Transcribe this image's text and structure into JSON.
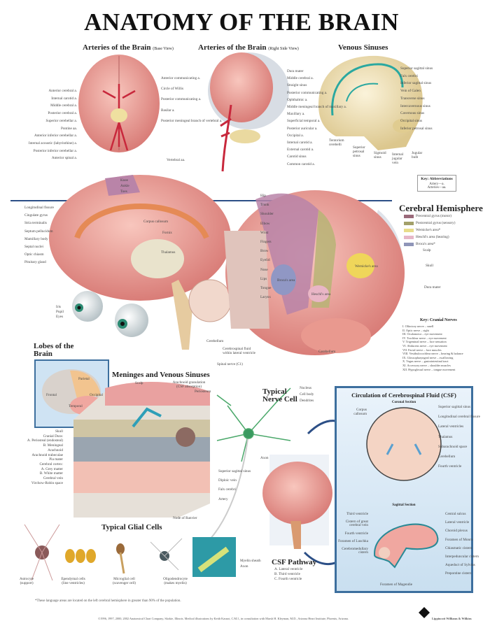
{
  "title": "ANATOMY OF THE BRAIN",
  "arteries_base": {
    "title": "Arteries of the Brain",
    "subtitle": "(Base View)",
    "labels_left": [
      "Anterior cerebral a.",
      "Internal carotid a.",
      "Middle cerebral a.",
      "Posterior cerebral a.",
      "Superior cerebellar a.",
      "Pontine aa.",
      "Anterior inferior cerebellar a.",
      "Internal acoustic (labyrinthine) a.",
      "Posterior inferior cerebellar a.",
      "Anterior spinal a."
    ],
    "labels_right": [
      "Anterior communicating a.",
      "Circle of Willis",
      "Posterior communicating a.",
      "Basilar a.",
      "Posterior meningeal branch of vertebral a."
    ],
    "vertebral": "Vertebral aa."
  },
  "arteries_side": {
    "title": "Arteries of the Brain",
    "subtitle": "(Right Side View)",
    "labels": [
      "Dura mater",
      "Middle cerebral a.",
      "Straight sinus",
      "Posterior communicating a.",
      "Ophthalmic a.",
      "Middle meningeal branch of maxillary a.",
      "Maxillary a.",
      "Superficial temporal a.",
      "Posterior auricular a.",
      "Occipital a.",
      "Internal carotid a.",
      "External carotid a.",
      "Carotid sinus",
      "Common carotid a."
    ]
  },
  "venous": {
    "title": "Venous Sinuses",
    "labels_right": [
      "Superior sagittal sinus",
      "Falx cerebri",
      "Inferior sagittal sinus",
      "Vein of Galen",
      "Transverse sinus",
      "Intercavernous sinus",
      "Cavernous sinus",
      "Occipital sinus",
      "Inferior petrosal sinus"
    ],
    "labels_bottom": [
      "Tentorium cerebelli",
      "Superior petrosal sinus",
      "Sigmoid sinus",
      "Internal jugular vein",
      "Jugular bulb"
    ]
  },
  "key_abbreviations": {
    "title": "Key: Abbreviations",
    "items": [
      "Artery—a.",
      "Arteries—aa."
    ]
  },
  "midsagittal": {
    "labels_left": [
      "Longitudinal fissure",
      "Cingulate gyrus",
      "Stria terminalis",
      "Septum pellucidum",
      "Mamillary body",
      "Septal nuclei",
      "Optic chiasm",
      "Pituitary gland"
    ],
    "labels_center": [
      "Corpus callosum",
      "Fornix",
      "Thalamus"
    ],
    "eye_labels": [
      "Iris",
      "Pupil",
      "Eyes"
    ],
    "homunculus_top": [
      "Knee",
      "Ankle",
      "Toes"
    ],
    "labels_bottom": [
      "Cerebellum",
      "Cerebrospinal fluid within lateral ventricle",
      "Spinal nerve (C1)"
    ]
  },
  "lateral": {
    "homunculus": [
      "Hip",
      "Trunk",
      "Shoulder",
      "Elbow",
      "Wrist",
      "Fingers",
      "Brow",
      "Eyelid",
      "Nose",
      "Lips",
      "Tongue",
      "Larynx"
    ],
    "areas": [
      "Broca's area",
      "Wernicke's area",
      "Heschl's area"
    ],
    "cerebellum": "Cerebellum"
  },
  "cerebral_hemispheres": {
    "title": "Cerebral Hemispheres",
    "legend": [
      {
        "label": "Precentral gyrus (motor)",
        "color": "#9a6a7a"
      },
      {
        "label": "Postcentral gyrus (sensory)",
        "color": "#a3a06a"
      },
      {
        "label": "Wernicke's area*",
        "color": "#e8dc8a"
      },
      {
        "label": "Heschl's area (hearing)",
        "color": "#e6b7c8"
      },
      {
        "label": "Broca's area*",
        "color": "#8f95b8"
      }
    ],
    "layers": [
      "Scalp",
      "Skull",
      "Dura mater"
    ]
  },
  "key_cranial_nerves": {
    "title": "Key: Cranial Nerves",
    "items": [
      "I. Olfactory nerve – smell",
      "II. Optic nerve – sight",
      "III. Oculomotor – eye movement",
      "IV. Trochlear nerve – eye movement",
      "V. Trigeminal nerve – face sensation",
      "VI. Abducens nerve – eye movement",
      "VII. Facial nerve – face muscles",
      "VIII. Vestibulocochlear nerve – hearing & balance",
      "IX. Glossopharyngeal nerve – swallowing",
      "X. Vagus nerve – gastrointestinal tract",
      "XI. Accessory nerve – shoulder muscles",
      "XII. Hypoglossal nerve – tongue movement"
    ]
  },
  "lobes": {
    "title": "Lobes of the Brain",
    "labels": [
      "Frontal",
      "Parietal",
      "Occipital",
      "Temporal"
    ]
  },
  "meninges": {
    "title": "Meninges and Venous Sinuses",
    "labels_top": [
      "Scalp",
      "Arachnoid granulation (CSF absorption)",
      "Periosteum"
    ],
    "labels_left": [
      "Skull",
      "Cranial Dura:",
      "A. Periosteal (endosteal)",
      "B. Meningeal",
      "Arachnoid",
      "Arachnoid trabeculae",
      "Pia mater",
      "Cerebral cortex:",
      "A. Grey matter",
      "B. White matter",
      "Cerebral vein",
      "Virchow-Robin space"
    ],
    "labels_right": [
      "Superior sagittal sinus",
      "Diploic vein",
      "Falx cerebri",
      "Artery"
    ],
    "node": "Node of Ranvier"
  },
  "nerve_cell": {
    "title": "Typical Nerve Cell",
    "labels": [
      "Nucleus",
      "Cell body",
      "Dendrites"
    ],
    "axon": "Axon",
    "myelin": [
      "Myelin sheath",
      "Axon"
    ]
  },
  "glial": {
    "title": "Typical Glial Cells",
    "cells": [
      {
        "name": "Astrocyte",
        "note": "(support)"
      },
      {
        "name": "Ependymal cells",
        "note": "(line ventricles)"
      },
      {
        "name": "Microglial cell",
        "note": "(scavenger cell)"
      },
      {
        "name": "Oligodendrocyte",
        "note": "(makes myelin)"
      }
    ]
  },
  "csf": {
    "title": "Circulation of Cerebrospinal Fluid (CSF)",
    "coronal": {
      "title": "Coronal Section",
      "left": [
        "Corpus callosum"
      ],
      "right": [
        "Superior sagittal sinus",
        "Longitudinal cerebral fissure",
        "Lateral ventricles",
        "Thalamus",
        "Subarachnoid space",
        "Cerebellum",
        "Fourth ventricle"
      ]
    },
    "sagittal": {
      "title": "Sagittal Section",
      "left": [
        "Third ventricle",
        "Cistern of great cerebral vein",
        "Fourth ventricle",
        "Foramen of Luschka",
        "Cerebromedullary cistern"
      ],
      "right": [
        "Central sulcus",
        "Lateral ventricle",
        "Choroid plexus",
        "Foramen of Monro",
        "Chiasmatic cistern",
        "Interpeduncular cistern",
        "Aqueduct of Sylvius",
        "Prepontine cistern"
      ],
      "bottom": "Foramen of Magendie"
    }
  },
  "csf_pathway": {
    "title": "CSF Pathway",
    "items": [
      "A. Lateral ventricle",
      "B. Third ventricle",
      "C. Fourth ventricle"
    ]
  },
  "footnote": "*These language areas are located on the left cerebral hemisphere in greater than 90% of the population.",
  "copyright": "©1996, 1997, 2000, 2002 Anatomical Chart Company, Skokie, Illinois. Medical illustrations by Keith Kasnot, C.M.I., in consultation with Marsh H. Kleyman, M.D., Arizona Heart Institute, Phoenix, Arizona.",
  "publisher_logo": "Lippincott Williams & Wilkins",
  "colors": {
    "rule": "#2c4f86",
    "brain": "#f0a7a0",
    "artery": "#c8283c",
    "skull": "#efe0b0",
    "csf_border": "#3d6f9e"
  }
}
